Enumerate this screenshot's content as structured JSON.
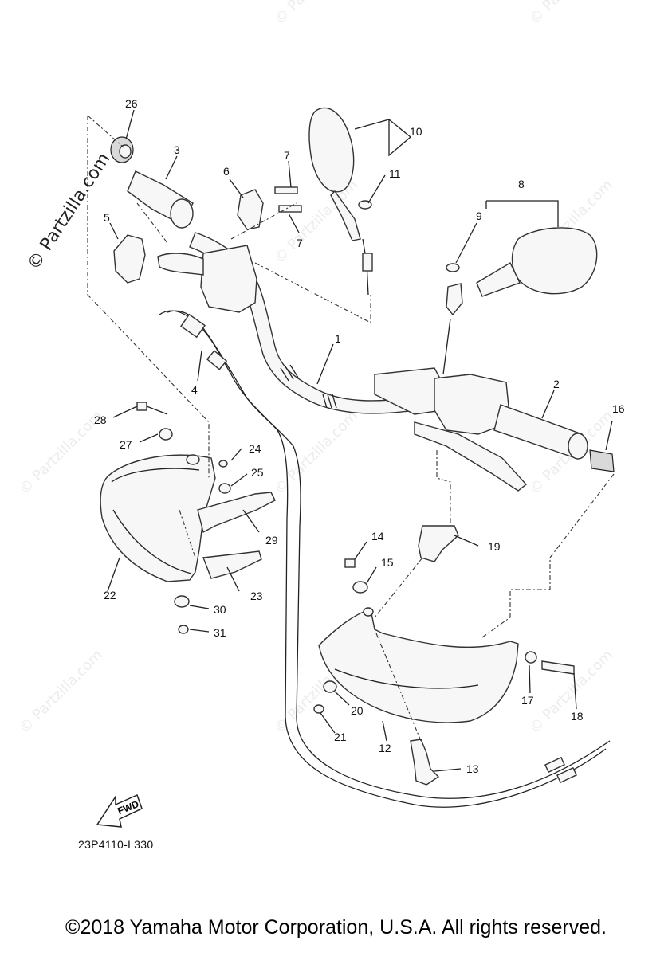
{
  "watermark": {
    "side_text": "© Partzilla.com",
    "tile_text": "© Partzilla.com"
  },
  "diagram_code": "23P4110-L330",
  "fwd_label": "FWD",
  "copyright": "©2018 Yamaha Motor Corporation, U.S.A. All rights reserved.",
  "callouts": {
    "c1": "1",
    "c2": "2",
    "c3": "3",
    "c4": "4",
    "c5": "5",
    "c6": "6",
    "c7a": "7",
    "c7b": "7",
    "c8": "8",
    "c9": "9",
    "c10": "10",
    "c11": "11",
    "c12": "12",
    "c13": "13",
    "c14": "14",
    "c15": "15",
    "c16": "16",
    "c17": "17",
    "c18": "18",
    "c19": "19",
    "c20": "20",
    "c21": "21",
    "c22": "22",
    "c23": "23",
    "c24": "24",
    "c25": "25",
    "c26": "26",
    "c27": "27",
    "c28": "28",
    "c29": "29",
    "c30": "30",
    "c31": "31"
  }
}
